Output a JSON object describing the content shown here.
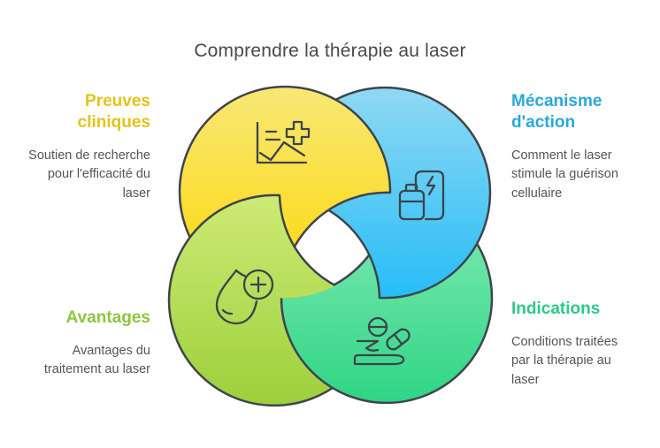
{
  "title": "Comprendre la thérapie au laser",
  "diagram": {
    "outline_color": "#3f444c",
    "icon_color": "#3d434b",
    "background_color": "#ffffff",
    "circles": [
      {
        "name": "clinical-evidence",
        "gradient_top": "#f8e876",
        "gradient_bottom": "#fdd705"
      },
      {
        "name": "mechanism-of-action",
        "gradient_top": "#8fd9f3",
        "gradient_bottom": "#27bdf6"
      },
      {
        "name": "benefits",
        "gradient_top": "#cdea75",
        "gradient_bottom": "#9dd03b"
      },
      {
        "name": "indications",
        "gradient_top": "#86ebb8",
        "gradient_bottom": "#2ed584"
      }
    ]
  },
  "sections": [
    {
      "heading": "Preuves cliniques",
      "heading_color": "#e2c418",
      "body": "Soutien de recherche pour l'efficacité du laser",
      "icon": "chart-medical-icon"
    },
    {
      "heading": "Mécanisme d'action",
      "heading_color": "#2aa7db",
      "body": "Comment le laser stimule la guérison cellulaire",
      "icon": "battery-charging-icon"
    },
    {
      "heading": "Avantages",
      "heading_color": "#8dc63f",
      "body": "Avantages du traitement au laser",
      "icon": "droplet-plus-icon"
    },
    {
      "heading": "Indications",
      "heading_color": "#2cc98b",
      "body": "Conditions traitées par la thérapie au laser",
      "icon": "hand-pills-icon"
    }
  ]
}
